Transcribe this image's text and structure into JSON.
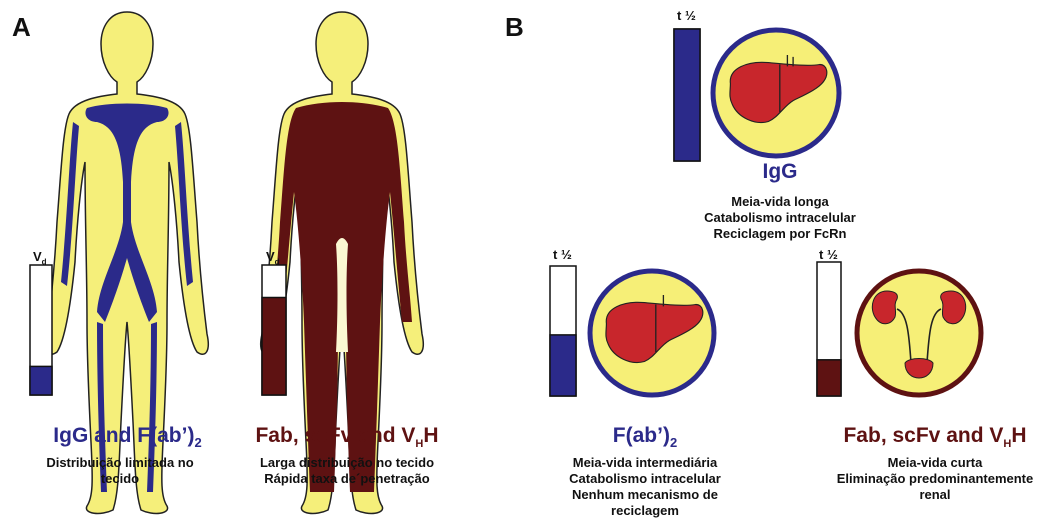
{
  "panel_a": {
    "letter": "A",
    "left": {
      "bar_label": "V",
      "bar_label_sub": "d",
      "bar_fill_fraction": 0.22,
      "fill_color": "#2b2a8a",
      "title_main": "IgG and F(ab’)",
      "title_sub": "2",
      "title_color": "#2b2a8a",
      "desc_lines": [
        "Distribuição limitada no",
        "tecido"
      ]
    },
    "right": {
      "bar_label": "V",
      "bar_label_sub": "d",
      "bar_fill_fraction": 0.75,
      "fill_color": "#5e1212",
      "title_main": "Fab, scFv and V",
      "title_sub": "H",
      "title_tail": "H",
      "title_color": "#5e1212",
      "desc_lines": [
        "Larga distribuição no tecido",
        "Rápida taxa de´penetração"
      ]
    }
  },
  "panel_b": {
    "letter": "B",
    "igg": {
      "bar_label": "t ½",
      "bar_fill_fraction": 1.0,
      "fill_color": "#2b2a8a",
      "title": "IgG",
      "title_color": "#2b2a8a",
      "desc_lines": [
        "Meia-vida longa",
        "Catabolismo intracelular",
        "Reciclagem por FcRn"
      ]
    },
    "fab2": {
      "bar_label": "t ½",
      "bar_fill_fraction": 0.47,
      "fill_color": "#2b2a8a",
      "title_main": "F(ab’)",
      "title_sub": "2",
      "title_color": "#2b2a8a",
      "desc_lines": [
        "Meia-vida intermediária",
        "Catabolismo intracelular",
        "Nenhum mecanismo de",
        "reciclagem"
      ]
    },
    "fab": {
      "bar_label": "t ½",
      "bar_fill_fraction": 0.27,
      "fill_color": "#5e1212",
      "title_main": "Fab, scFv and V",
      "title_sub": "H",
      "title_tail": "H",
      "title_color": "#5e1212",
      "desc_lines": [
        "Meia-vida curta",
        "Eliminação predominantemente",
        "renal"
      ]
    }
  },
  "colors": {
    "body_yellow": "#f5ef7a",
    "body_outline": "#222222",
    "light_core": "#fbf8d2",
    "liver_red": "#c8262c",
    "circle_yellow": "#f6ef77",
    "circle_ring": "#2b2a8a"
  }
}
